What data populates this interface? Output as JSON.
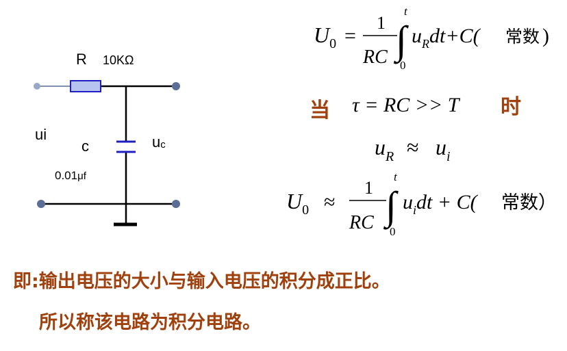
{
  "circuit": {
    "resistor_label": "R",
    "resistor_value": "10KΩ",
    "input_label": "ui",
    "capacitor_label": "c",
    "capacitor_value": "0.01",
    "capacitor_unit": "μf",
    "output_label_main": "u",
    "output_label_sub": "c",
    "colors": {
      "component": "#2020c0",
      "resistor_fill": "#b8c4f0",
      "terminal": "#5a6e96",
      "wire": "#000000"
    }
  },
  "equations": {
    "eq1": {
      "lhs": "U",
      "lhs_sub": "0",
      "rel": "=",
      "frac_num": "1",
      "frac_den": "RC",
      "upper": "t",
      "lower": "0",
      "integrand": "u",
      "integrand_sub": "R",
      "tail": "dt+C(",
      "tail_cjk": "常数"
    },
    "condition": {
      "left": "当",
      "expr": "τ = RC >> T",
      "right": "时"
    },
    "approx": {
      "lhs": "u",
      "lhs_sub": "R",
      "rel": "≈",
      "rhs": "u",
      "rhs_sub": "i"
    },
    "eq2": {
      "lhs": "U",
      "lhs_sub": "0",
      "rel": "≈",
      "frac_num": "1",
      "frac_den": "RC",
      "upper": "t",
      "lower": "0",
      "integrand": "u",
      "integrand_sub": "i",
      "tail": "dt + C(",
      "tail_cjk": "常数）"
    }
  },
  "conclusion": {
    "line1": "即:输出电压的大小与输入电压的积分成正比。",
    "line2": "所以称该电路为积分电路。"
  },
  "colors": {
    "keyword": "#a0400c",
    "text": "#000000"
  }
}
